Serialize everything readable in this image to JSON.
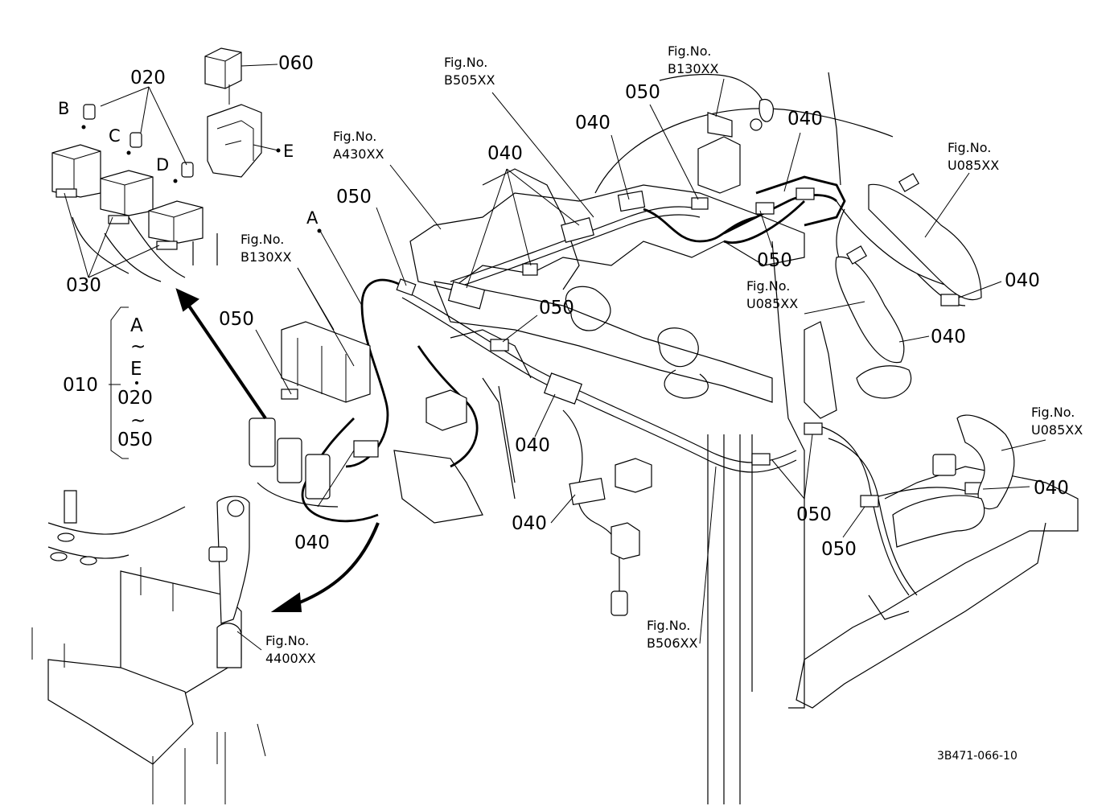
{
  "part_numbers": {
    "p020": "020",
    "p060": "060",
    "p030": "030",
    "p010": "010",
    "p050": "050",
    "p040": "040"
  },
  "letters": {
    "A": "A",
    "B": "B",
    "C": "C",
    "D": "D",
    "E": "E",
    "tilde": "~"
  },
  "range_list": [
    "A",
    "~",
    "E",
    "020",
    "~",
    "050"
  ],
  "fig_label": "Fig.No.",
  "fig_refs": {
    "b505": "B505XX",
    "b130": "B130XX",
    "a430": "A430XX",
    "u085": "U085XX",
    "b506": "B506XX",
    "f4400": "4400XX"
  },
  "drawing_id": "3B471-066-10"
}
